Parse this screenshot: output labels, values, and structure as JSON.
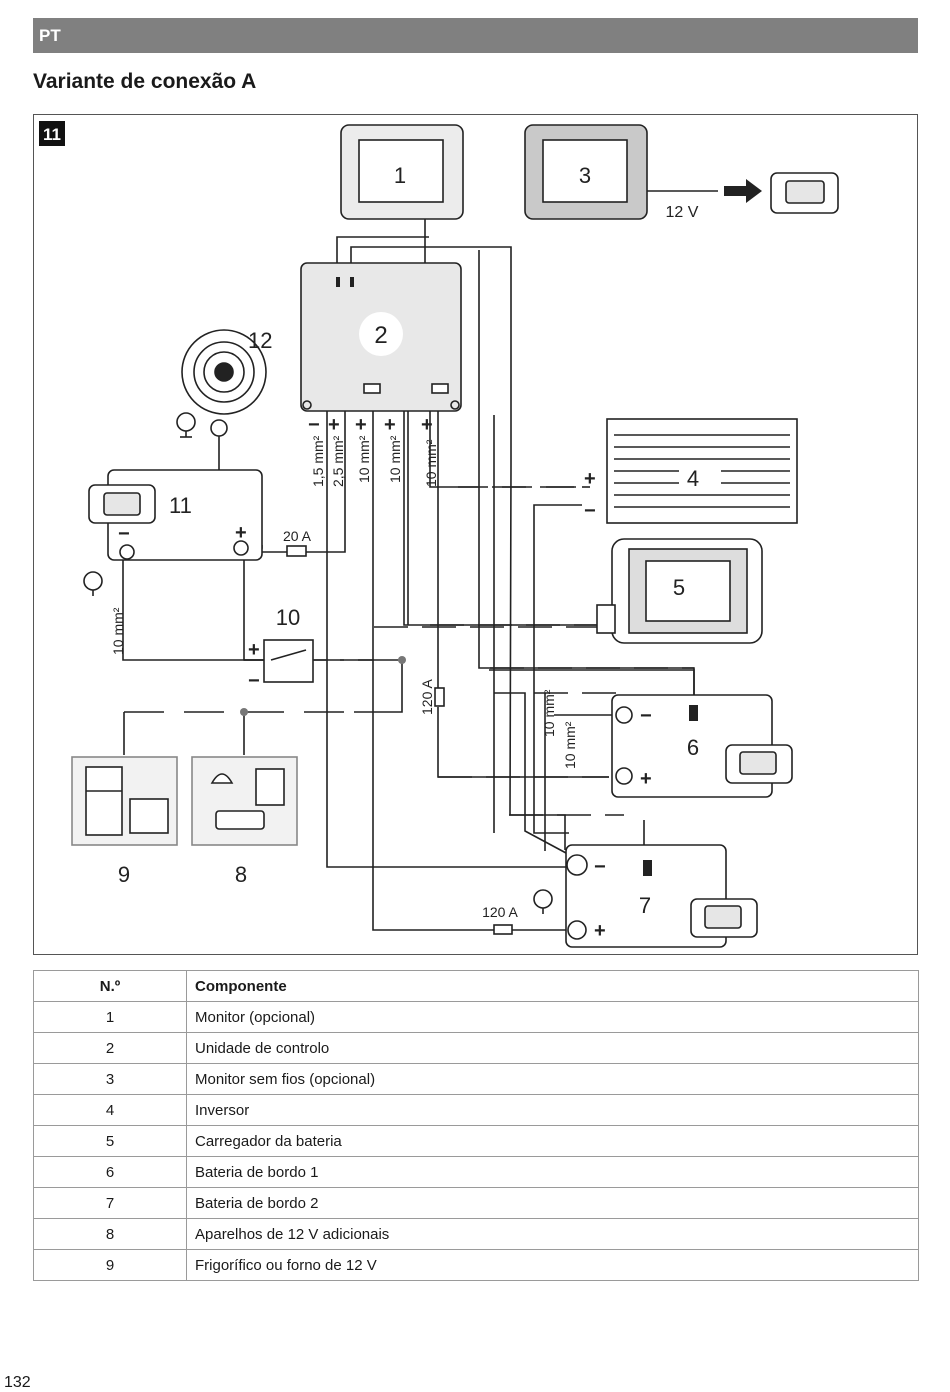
{
  "header": {
    "lang": "PT"
  },
  "section_title": "Variante de conexão A",
  "figure": {
    "number": "11",
    "labels": {
      "c1": "1",
      "c2": "2",
      "c3": "3",
      "c4": "4",
      "c5": "5",
      "c6": "6",
      "c7": "7",
      "c8": "8",
      "c9": "9",
      "c10": "10",
      "c11": "11",
      "c12": "12"
    },
    "voltage": "12 V",
    "fuse_20": "20 A",
    "fuse_120_a": "120 A",
    "fuse_120_b": "120 A",
    "cable_1_5": "1,5 mm²",
    "cable_2_5": "2,5 mm²",
    "cable_10": "10 mm²",
    "plus": "+",
    "minus": "−"
  },
  "table": {
    "headers": {
      "num": "N.º",
      "component": "Componente"
    },
    "rows": [
      {
        "num": "1",
        "component": "Monitor (opcional)"
      },
      {
        "num": "2",
        "component": "Unidade de controlo"
      },
      {
        "num": "3",
        "component": "Monitor sem fios (opcional)"
      },
      {
        "num": "4",
        "component": "Inversor"
      },
      {
        "num": "5",
        "component": "Carregador da bateria"
      },
      {
        "num": "6",
        "component": "Bateria de bordo 1"
      },
      {
        "num": "7",
        "component": "Bateria de bordo 2"
      },
      {
        "num": "8",
        "component": "Aparelhos de 12 V adicionais"
      },
      {
        "num": "9",
        "component": "Frigorífico ou forno de 12 V"
      }
    ]
  },
  "page_number": "132"
}
